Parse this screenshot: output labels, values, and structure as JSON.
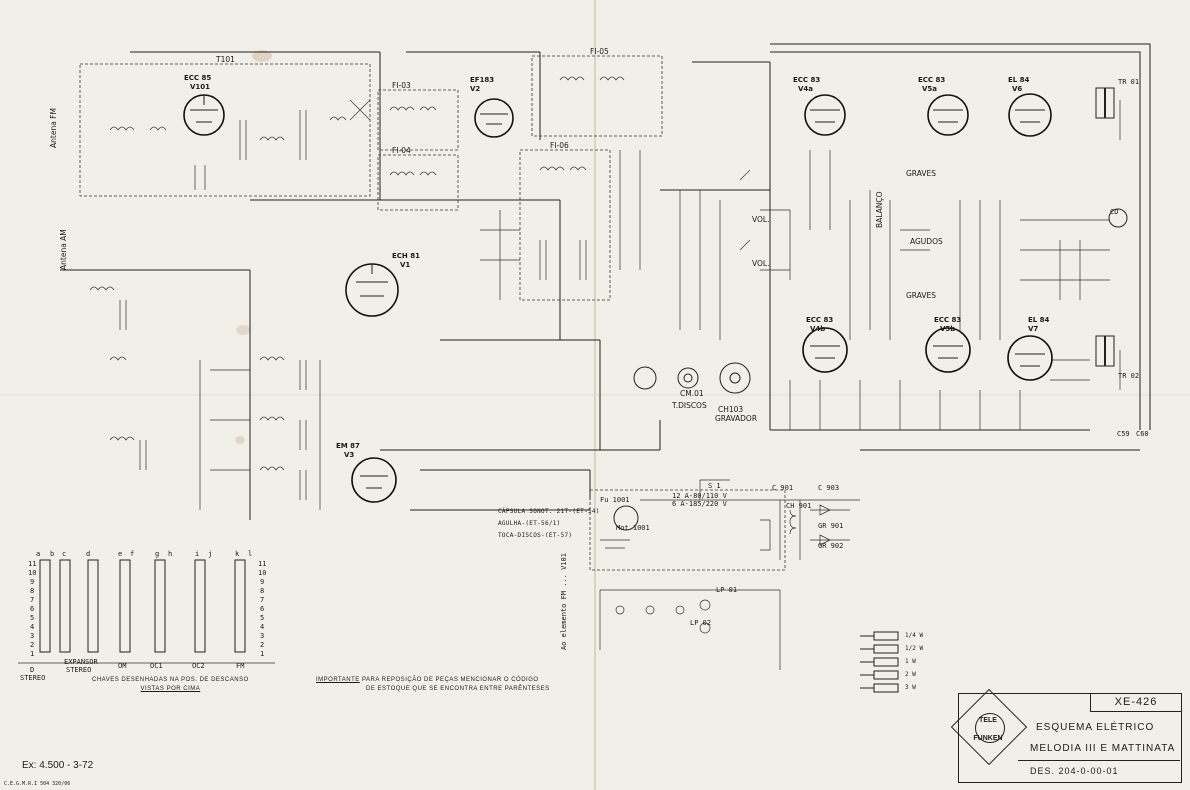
{
  "document": {
    "code": "XE-426",
    "title_line1": "ESQUEMA ELÉTRICO",
    "title_line2": "MELODIA III  E  MATTINATA",
    "drawing_number": "DES. 204-0-00-01",
    "brand_line1": "TELE",
    "brand_line2": "FUNKEN",
    "print_run": "Ex: 4.500 - 3-72",
    "print_code": "C.E.G.M.R.I 504 320/06"
  },
  "tubes": [
    {
      "type": "ECC 85",
      "ref": "V101"
    },
    {
      "type": "EF183",
      "ref": "V2"
    },
    {
      "type": "ECH 81",
      "ref": "V1"
    },
    {
      "type": "EM 87",
      "ref": "V3"
    },
    {
      "type": "ECC 83",
      "ref": "V4a"
    },
    {
      "type": "ECC 83",
      "ref": "V4b"
    },
    {
      "type": "ECC 83",
      "ref": "V5a"
    },
    {
      "type": "ECC 83",
      "ref": "V5b"
    },
    {
      "type": "EL 84",
      "ref": "V6"
    },
    {
      "type": "EL 84",
      "ref": "V7"
    }
  ],
  "blocks": {
    "rf_tuner": "T101",
    "if1": "FI-03",
    "if2": "FI-04",
    "if3": "FI-05",
    "if4": "FI-06",
    "antenna_fm": "Antena FM",
    "antenna_am": "Antena AM"
  },
  "inputs": {
    "tdiscos": "T.DISCOS",
    "gravador": "GRAVADOR",
    "gravador_ref": "CH103",
    "cm01": "CM.01"
  },
  "controls": {
    "vol_l": "VOL.",
    "vol_r": "VOL.",
    "graves_l": "GRAVES",
    "graves_r": "GRAVES",
    "agudos": "AGUDOS",
    "balanco": "BALANÇO"
  },
  "power": {
    "cd": "CD",
    "tr01": "TR 01",
    "tr02": "TR 02",
    "ch901": "CH 901",
    "c901": "C 901",
    "c903": "C 903",
    "gr901": "GR 901",
    "gr902": "GR 902",
    "lp01": "LP 01",
    "lp02": "LP 02",
    "mot": "Mot 1001",
    "fu": "Fu 1001",
    "s1": "S 1",
    "fuse_note": "12 A-80/110 V",
    "fuse_note2": "6 A-185/220 V"
  },
  "cartridge": {
    "line1": "CÁPSULA SONOT. 21T-(ET-54)",
    "line2": "AGULHA-(ET-56/1)",
    "line3": "TOCA-DISCOS-(ET-57)"
  },
  "switch_chart": {
    "columns": [
      "a",
      "b",
      "c",
      "d",
      "e",
      "f",
      "g",
      "h",
      "i",
      "j",
      "k",
      "l"
    ],
    "numbers": [
      "11",
      "10",
      "9",
      "8",
      "7",
      "6",
      "5",
      "4",
      "3",
      "2",
      "1"
    ],
    "labels": [
      "STEREO",
      "EXPANSOR",
      "STEREO",
      "OM",
      "OC1",
      "OC2",
      "FM"
    ],
    "label_d": "D",
    "note1": "CHAVES DESENHADAS NA POS. DE DESCANSO",
    "note2": "VISTAS POR CIMA"
  },
  "important": {
    "heading": "IMPORTANTE",
    "line1": "PARA REPOSIÇÃO DE PEÇAS MENCIONAR O CÓDIGO",
    "line2": "DE ESTOQUE QUE SE ENCONTRA ENTRE PARÊNTESES"
  },
  "wattage_legend": [
    "1/4 W",
    "1/2 W",
    "1 W",
    "2 W",
    "3 W"
  ],
  "fm_note": "Ao elemento FM ... V101",
  "ground_caps": {
    "c59": "C59",
    "c60": "C60"
  }
}
